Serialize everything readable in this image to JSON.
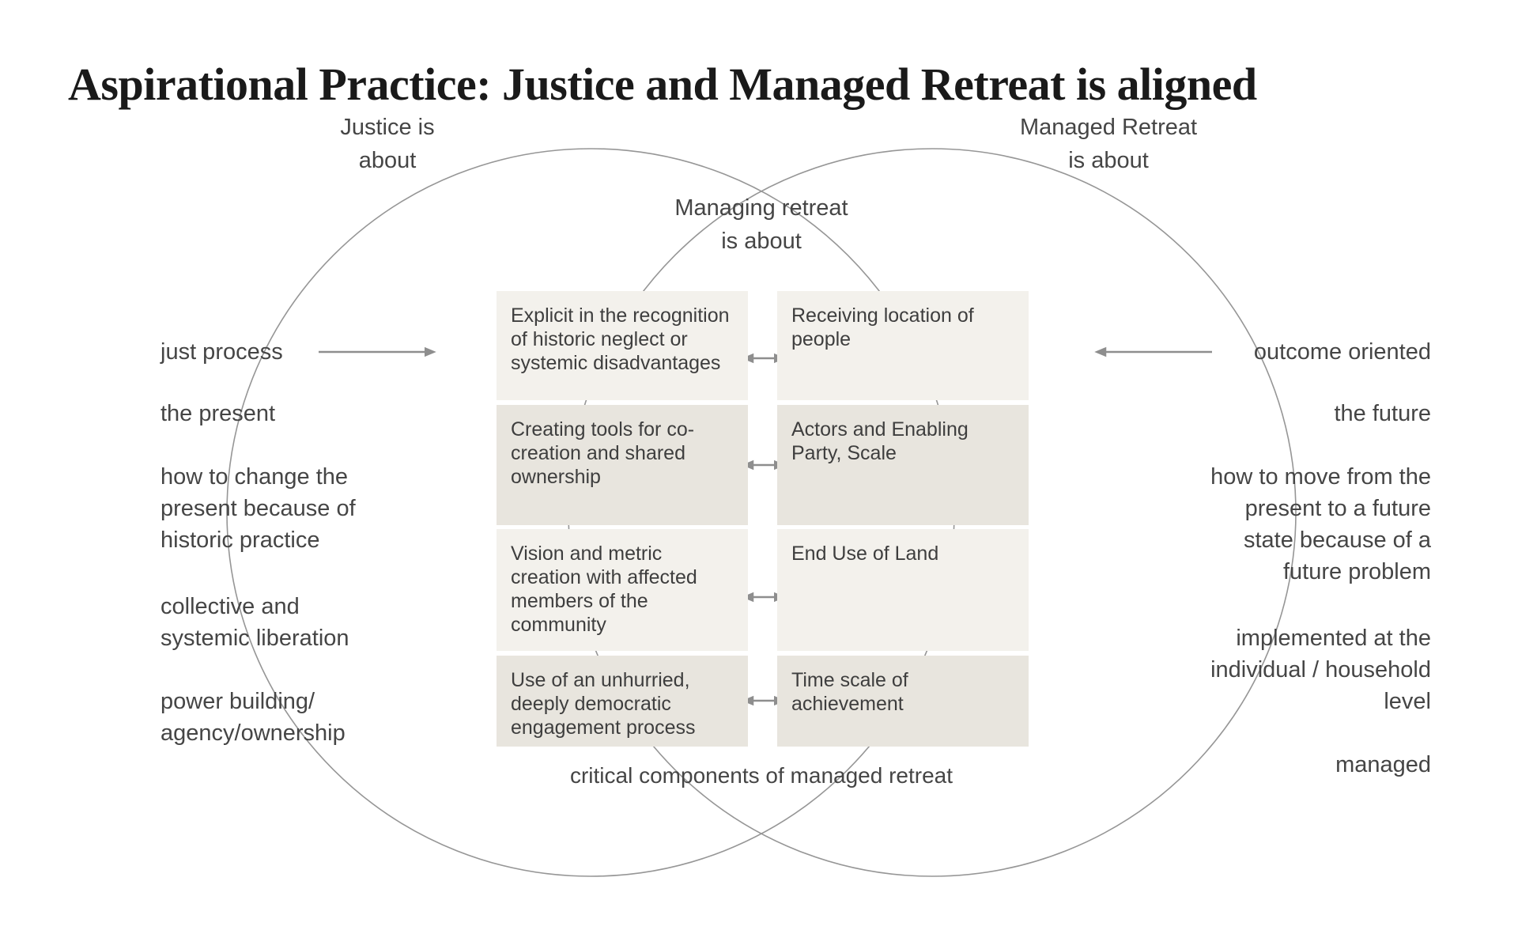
{
  "title": "Aspirational Practice: Justice and Managed Retreat is aligned",
  "circle_labels": {
    "left": "Justice is\nabout",
    "right": "Managed Retreat\nis about",
    "center": "Managing retreat\nis about"
  },
  "left_items": [
    {
      "text": "just process"
    },
    {
      "text": "the present"
    },
    {
      "text": "how to change the\npresent because of\nhistoric practice"
    },
    {
      "text": "collective and\nsystemic liberation"
    },
    {
      "text": "power building/\nagency/ownership"
    }
  ],
  "right_items": [
    {
      "text": "outcome oriented"
    },
    {
      "text": "the future"
    },
    {
      "text": "how to move from the\npresent to a future\nstate because of a\nfuture problem"
    },
    {
      "text": "implemented at the\nindividual / household\nlevel"
    },
    {
      "text": "managed"
    }
  ],
  "matrix_rows": [
    {
      "left": "Explicit in the recognition of historic neglect or systemic disadvantages",
      "right": "Receiving location of people"
    },
    {
      "left": "Creating tools for co-creation and shared ownership",
      "right": "Actors and Enabling Party, Scale"
    },
    {
      "left": "Vision and metric creation with affected members of the community",
      "right": "End Use of Land"
    },
    {
      "left": "Use of an unhurried, deeply democratic engagement process",
      "right": "Time scale of achievement"
    }
  ],
  "caption": "critical components of managed retreat",
  "colors": {
    "box_light": "#f3f1ec",
    "box_dark": "#e8e5de",
    "circle_stroke": "#969696",
    "arrow_gray": "#8e8e8e",
    "label_text": "#454545",
    "box_text": "#3e3e3e",
    "title_text": "#1a1a1a"
  }
}
